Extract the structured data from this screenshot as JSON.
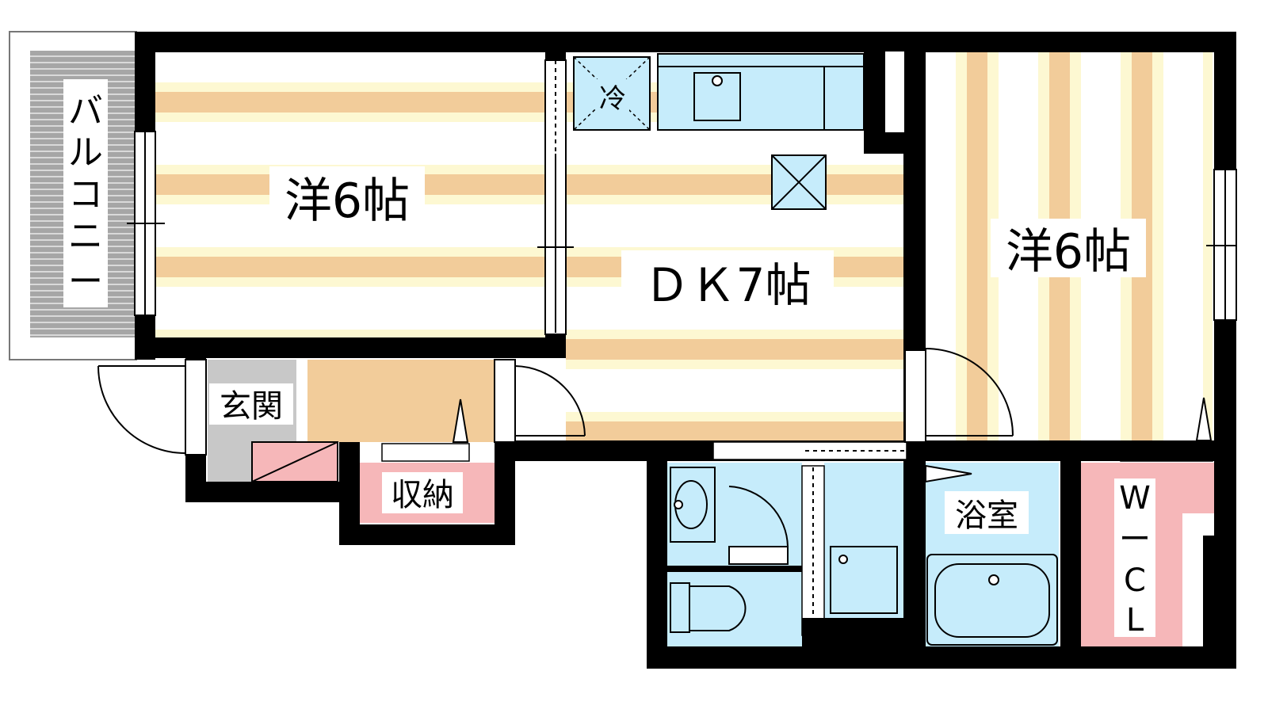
{
  "rooms": {
    "western_left": "洋6帖",
    "dk": "ＤＫ7帖",
    "western_right": "洋6帖",
    "entrance": "玄関",
    "storage": "収納",
    "bathroom": "浴室",
    "wic": [
      "W",
      "ー",
      "C",
      "L"
    ],
    "balcony": [
      "バ",
      "ル",
      "コ",
      "ニ",
      "ー"
    ],
    "fridge": "冷"
  },
  "colors": {
    "wall": "#000000",
    "floor_stripe": "#f2cc9a",
    "floor_light": "#fdf8d2",
    "wet_area": "#c6ecfb",
    "storage_pink": "#f6b7b9",
    "entrance_gray": "#c8c8c8",
    "balcony_gray": "#a6a6a6",
    "genkan_floor": "#f2cc9a"
  }
}
